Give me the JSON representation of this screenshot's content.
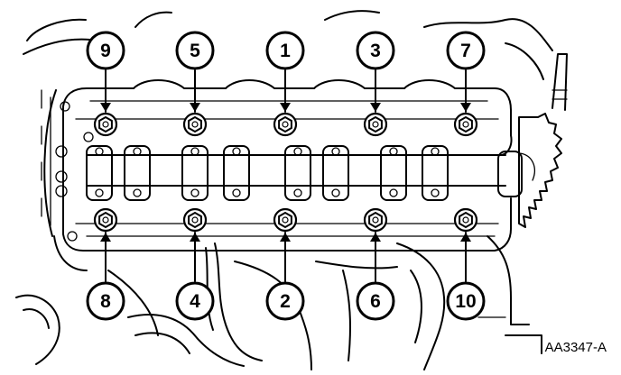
{
  "figure_id": "AA3347-A",
  "bolts": [
    {
      "label": "9"
    },
    {
      "label": "5"
    },
    {
      "label": "1"
    },
    {
      "label": "3"
    },
    {
      "label": "7"
    },
    {
      "label": "8"
    },
    {
      "label": "4"
    },
    {
      "label": "2"
    },
    {
      "label": "6"
    },
    {
      "label": "10"
    }
  ],
  "colors": {
    "ink": "#000000",
    "paper": "#ffffff"
  }
}
